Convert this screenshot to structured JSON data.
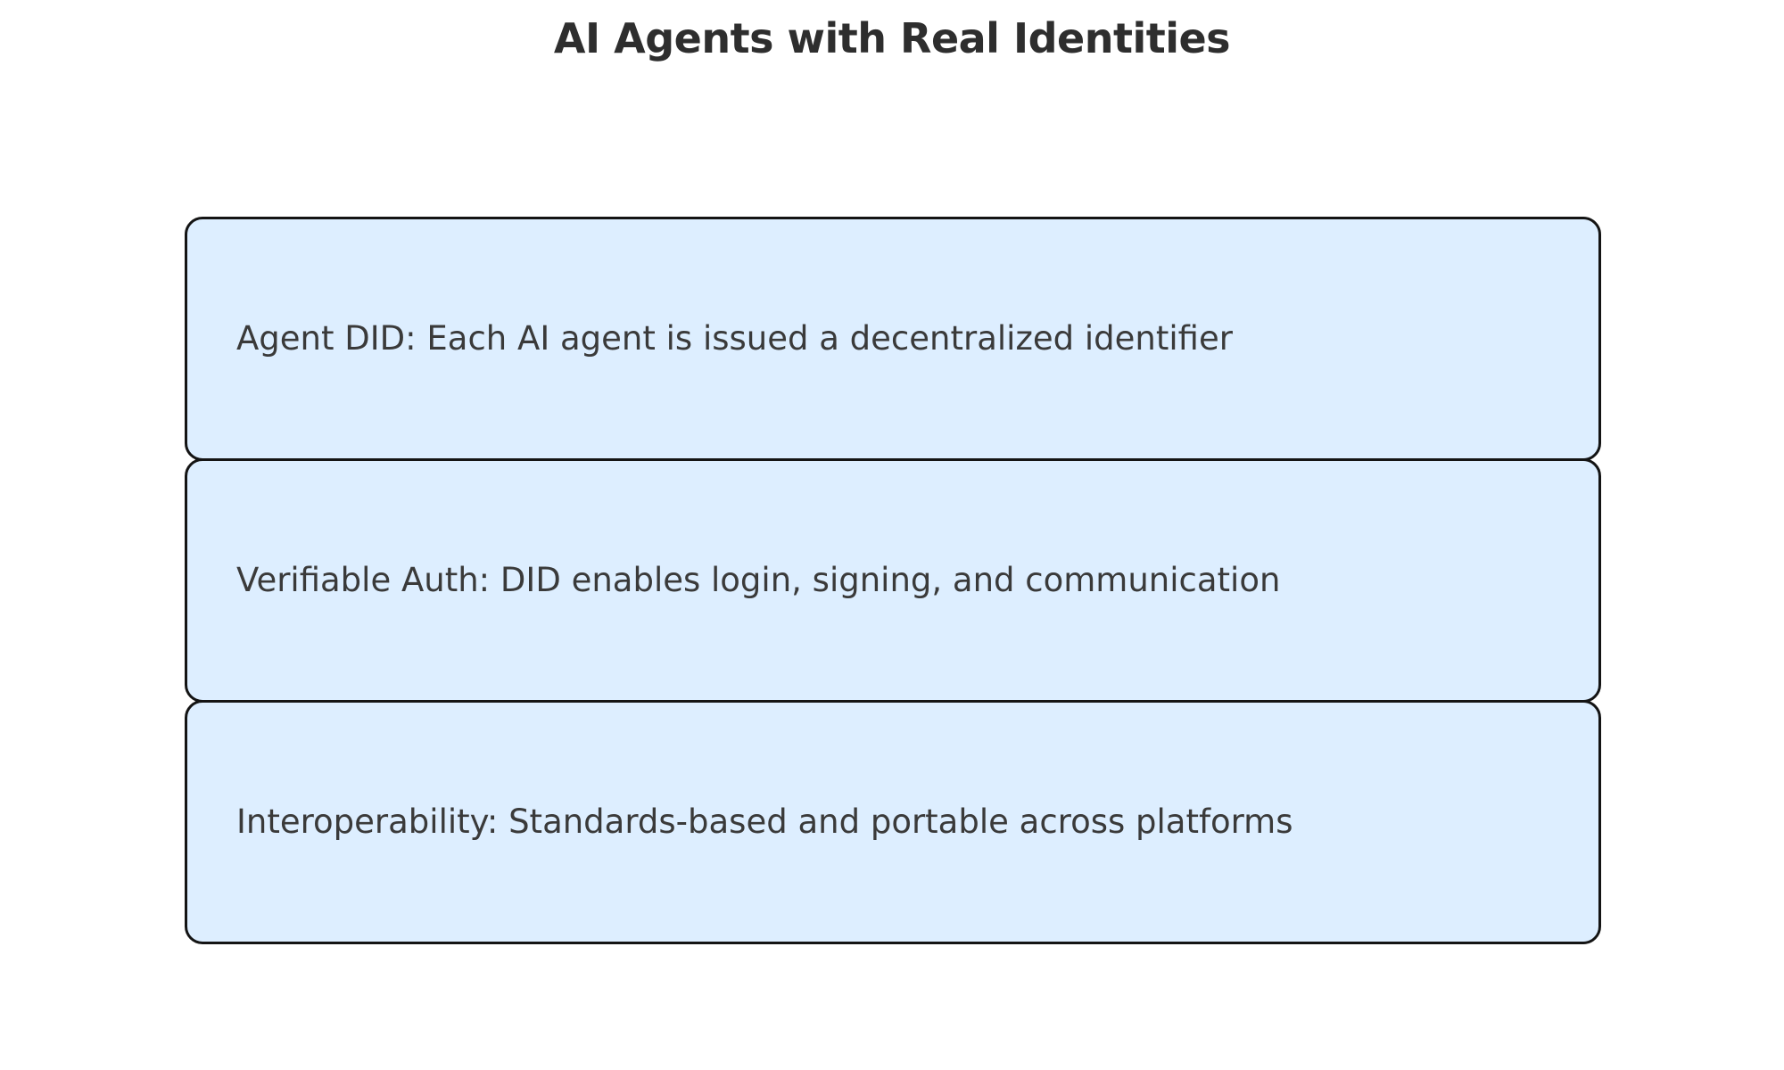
{
  "title": "AI Agents with Real Identities",
  "boxes": [
    {
      "label": "Agent DID: Each AI agent is issued a decentralized identifier"
    },
    {
      "label": "Verifiable Auth: DID enables login, signing, and communication"
    },
    {
      "label": "Interoperability: Standards-based and portable across platforms"
    }
  ],
  "colors": {
    "background": "#ffffff",
    "box_fill": "#ddeeff",
    "box_border": "#141414",
    "title_text": "#2e2e2e",
    "body_text": "#3a3a3a"
  }
}
